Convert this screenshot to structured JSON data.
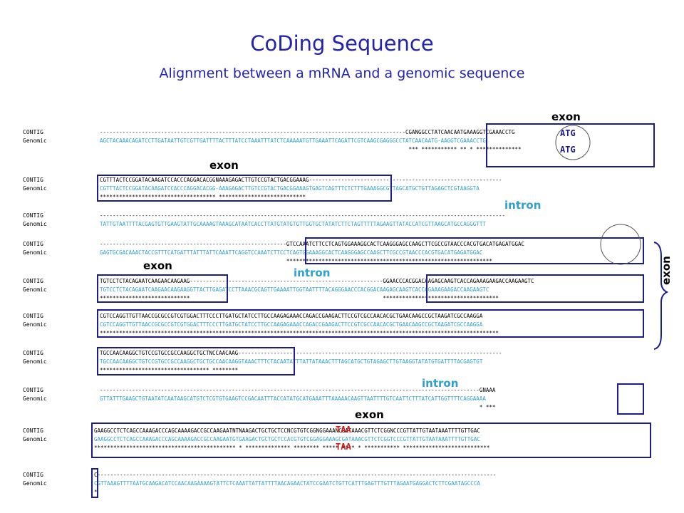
{
  "title": "CoDing Sequence",
  "subtitle": "Alignment between a mRNA and a genomic sequence",
  "labels": {
    "contig": "CONTIG",
    "genomic": "Genomic"
  },
  "annotations": {
    "exon": "exon",
    "intron": "intron"
  },
  "codons": {
    "start": "ATG",
    "stop": "TAA"
  },
  "blocks": [
    {
      "contig": "-----------------------------------------------------------------------------------------------CGANGGCCTATCAACAATGAAAGGTCGAAACCTG",
      "genomic": "AGCTACAAACAGATCCTTGATAATTGTCGTTGATTTTACTTTATCCTAAATTTATCTCAAAAATGTTGAAATTCAGATTCGTCAAGCGAGGGCCTATCAACAATG-AAGGTCGAAACCTG",
      "match": "                                                                                                *** *********** ** * **************"
    },
    {
      "contig": "CGTTTACTCCGGATACAAGATCCACCCAGGACACGGNAAAGAGACTTGTCCGTACTGACGGAAAG------------------------------------------------------------",
      "genomic": "CGTTTACTCCGGATACAAGATCCACCCAGGACACGG-AAAGAGACTTGTCCGTACTGACGGAAAGTGAGTCAGTTTCTCTTTGAAAGGCGTTAGCATGCTGTTAGAGCTCGTAAGGTA",
      "match": "************************************ ***************************"
    },
    {
      "contig": "------------------------------------------------------------------------------------------------------------------------------",
      "genomic": "TATTGTAATTTTACGAGTGTTGAAGTATTGCAAAAGTAAAGCATAATCACCTTATGTATGTGTTGGTGCTATATCTTCTAGTTTTTAGAAGTTATACCATCGTTAAGCATGCCAGGGTTT",
      "match": ""
    },
    {
      "contig": "----------------------------------------------------------GTCCAAATCTTCCTCAGTGGAAAGGCACTCAAGGGAGCCAAGCTTCGCCGTAACCCACGTGACATGAGATGGAC",
      "genomic": "GAGTGCGACAAACTACCGTTTCATGATTTATTTATTCAAATTCAGGTCCAAATCTTCCTCAGTGGAAAGGCACTCAAGGGAGCCAAGCTTCGCCGTAACCCACGTGACATGAGATGGAC",
      "match": "                                                          ****************************************************************"
    },
    {
      "contig": "TGTCCTCTACAGAATCAAGAACAAGAAG------------------------------------------------------------GGAACCCACGGACAAGAGCAAGTCACCAGAAAGAAGACCAAGAAGTC",
      "genomic": "TGTCCTCTACAGAATCAAGAACAAGAAGGTTACTTGAGATCCTTAAACGCAGTTGAAAATTGGTAATTTTACAGGGAACCCACGGACAAGAGCAAGTCACCAGAAAGAAGACCAAGAAGTC",
      "match": "****************************                                                            ************************************"
    },
    {
      "contig": "CGTCCAGGTTGTTAACCGCGCCGTCGTGGACTTTCCCTTGATGCTATCCTTGCCAAGAGAAACCAGACCGAAGACTTCCGTCGCCAACACGCTGAACAAGCCGCTAAGATCGCCAAGGA",
      "genomic": "CGTCCAGGTTGTTAACCGCGCCGTCGTGGACTTTCCCTTGATGCTATCCTTGCCAAGAGAAACCAGACCGAAGACTTCCGTCGCCAACACGCTGAACAAGCCGCTAAGATCGCCAAGGA",
      "match": "****************************************************************************************************************************"
    },
    {
      "contig": "TGCCAACAAGGCTGTCCGTGCCGCCAAGGCTGCTNCCAACAAG----------------------------------------------------------------------------------",
      "genomic": "TGCCAACAAGGCTGTCCGTGCCGCCAAGGCTGCTGCCAACAAGGTAAACTTTCTACAATATTTATTATAAACTTTAGCATGCTGTAGAGCTTGTAAGGTATATGTGATTTTACGAGTGT",
      "match": "********************************** ********"
    },
    {
      "contig": "----------------------------------------------------------------------------------------------------------------------GNAAA",
      "genomic": "GTTATTTGAAGCTGTAATATCAATAAGCATGTCTCGTGTGAAGTCCGACAATTTACCATATGCATGAAATTTAAAAACAAGTTAATTTTGTCAATTCTTTATCATTGGTTTTCAGGAAAA",
      "match": "                                                                                                                      * ***"
    },
    {
      "contig": "GAAGGCCTCTCAGCCAAAGACCCAGCAAAAGACCGCCAAGAATNTNAAGACTGCTGCTCCNCGTGTCGGNGGAAANCGATAAACGTTCTCGGNCCCGTTATTGTAATAAATTTTGTTGAC",
      "genomic": "GAAGGCCTCTCAGCCAAAGACCCAGCAAAAGACCGCCAAGAATGTGAAGACTGCTGCTCCACGTGTCGGAGGAAAGCGATAAACGTTCTCGGTCCCGTTATTGTAATAAATTTTGTTGAC",
      "match": "******************************************** * ************** ******** ***** **** * *********** ***************************"
    },
    {
      "contig": "C----------------------------------------------------------------------------------------------------------------------------",
      "genomic": "CGTTAAAGTTTTAATGCAAGACATCCAACAAGAAAAGTATTCTCAAATTATTATTTTAACAGAACTATCCGAATCTGTTCATTTGAGTTTGTTTAGAATGAGGACTCTTCGAATAGCCCA",
      "match": "*"
    }
  ]
}
